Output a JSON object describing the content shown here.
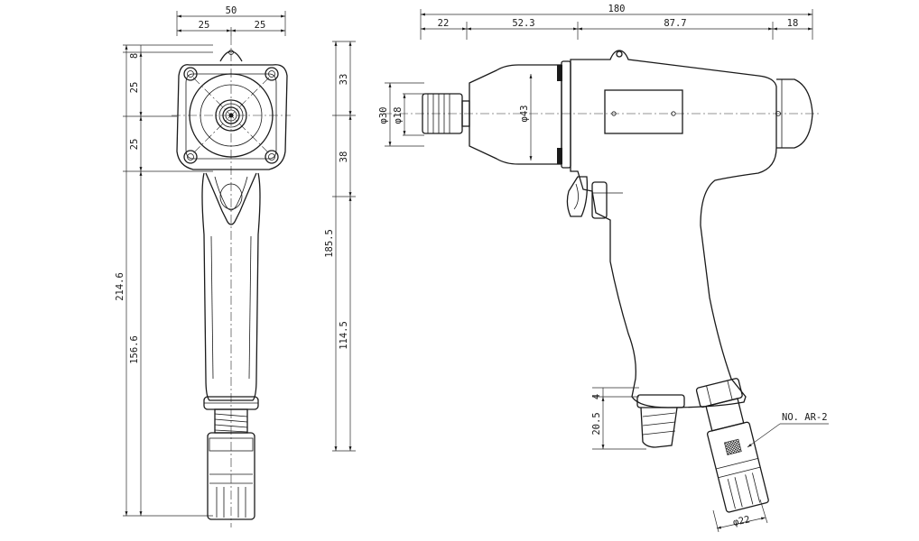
{
  "dimensions": {
    "width_total": "50",
    "width_left": "25",
    "width_right": "25",
    "h_top_small": "8",
    "h_25_a": "25",
    "h_25_b": "25",
    "h_total": "214.6",
    "h_lower": "156.6",
    "v_33": "33",
    "v_38": "38",
    "v_185": "185.5",
    "v_114": "114.5",
    "len_total": "180",
    "len_22": "22",
    "len_52": "52.3",
    "len_87": "87.7",
    "len_18": "18",
    "dia_30": "φ30",
    "dia_18": "φ18",
    "dia_43": "φ43",
    "h_4": "4",
    "h_20": "20.5",
    "dia_22": "φ22"
  },
  "callout": {
    "part_no": "NO. AR-2"
  }
}
